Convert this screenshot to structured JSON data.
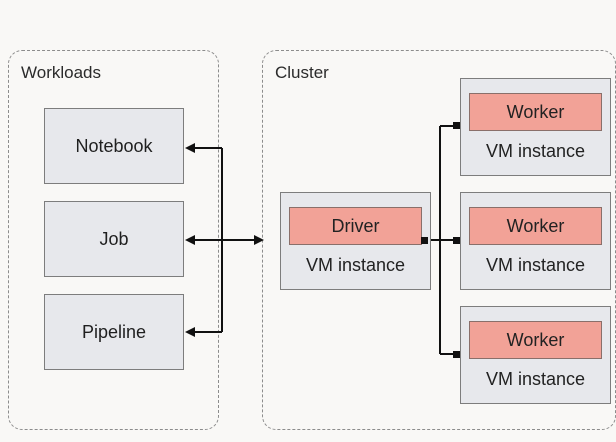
{
  "workloads": {
    "title": "Workloads",
    "items": [
      "Notebook",
      "Job",
      "Pipeline"
    ]
  },
  "cluster": {
    "title": "Cluster",
    "driver": {
      "role": "Driver",
      "vm": "VM instance"
    },
    "workers": [
      {
        "role": "Worker",
        "vm": "VM instance"
      },
      {
        "role": "Worker",
        "vm": "VM instance"
      },
      {
        "role": "Worker",
        "vm": "VM instance"
      }
    ]
  },
  "colors": {
    "background": "#f9f8f6",
    "box_fill": "#e7e8ec",
    "role_fill": "#f2a297",
    "line": "#111111"
  }
}
